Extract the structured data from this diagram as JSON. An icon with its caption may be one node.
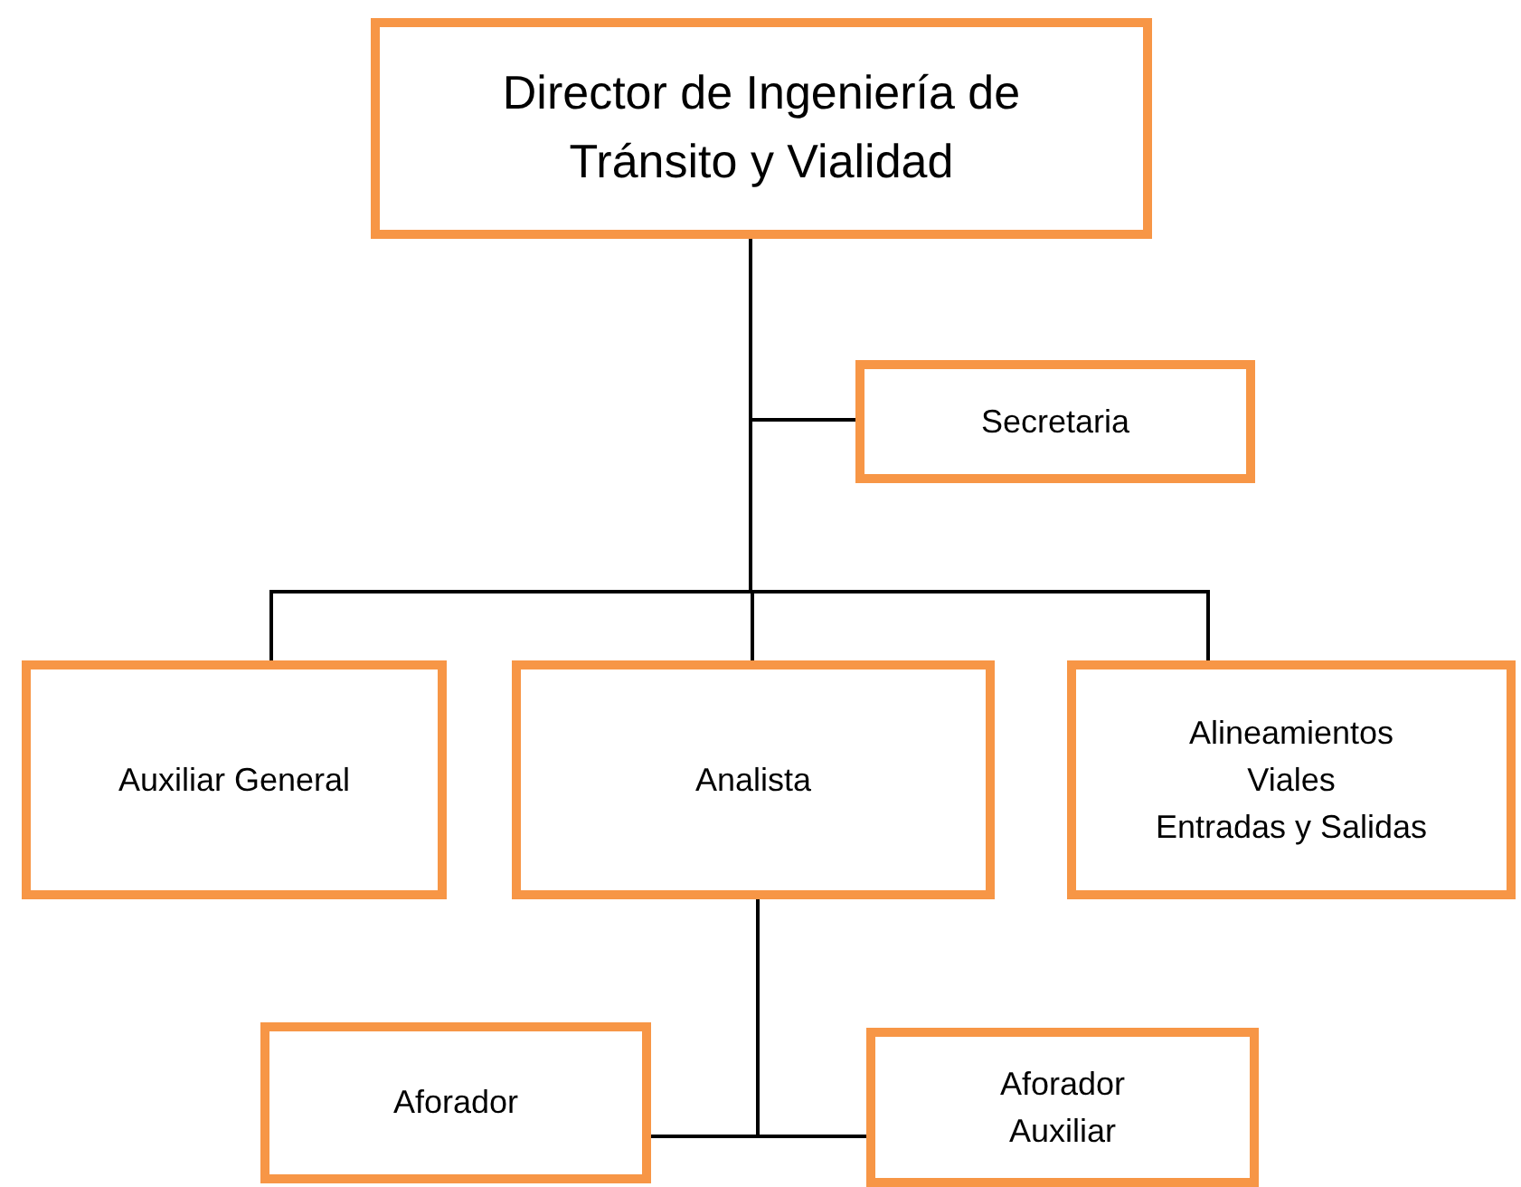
{
  "diagram": {
    "nodes": [
      {
        "text": [
          "Director de Ingeniería de Tránsito y Vialidad"
        ]
      },
      {
        "text": [
          "Secretaria"
        ]
      },
      {
        "text": [
          "Auxiliar General"
        ]
      },
      {
        "text": [
          "Analista"
        ]
      },
      {
        "text": [
          "Alineamientos Viales",
          "Entradas y Salidas"
        ]
      },
      {
        "text": [
          "Aforador"
        ]
      },
      {
        "text": [
          "Aforador Auxiliar"
        ]
      }
    ],
    "edges": [
      {
        "from": 0,
        "to": 1,
        "arrow": "none"
      },
      {
        "from": 0,
        "to": 2,
        "arrow": "none"
      },
      {
        "from": 0,
        "to": 3,
        "arrow": "none"
      },
      {
        "from": 0,
        "to": 4,
        "arrow": "none"
      },
      {
        "from": 3,
        "to": 5,
        "arrow": "none"
      },
      {
        "from": 3,
        "to": 6,
        "arrow": "none"
      }
    ]
  }
}
